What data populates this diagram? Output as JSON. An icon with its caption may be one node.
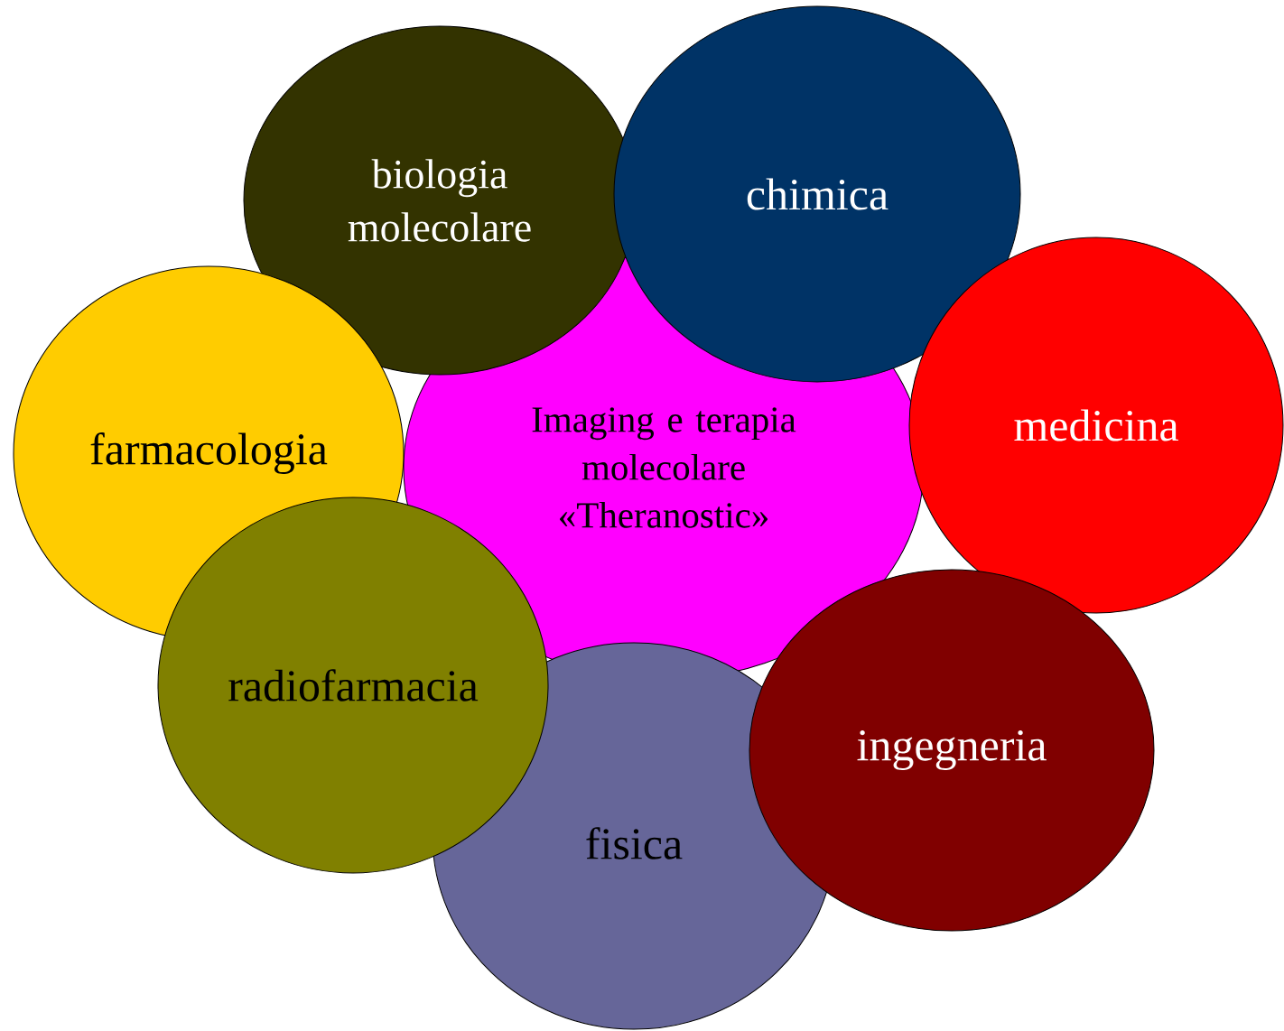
{
  "diagram": {
    "nodes": [
      {
        "text": [
          "Imaging e terapia molecolare «Theranostic»"
        ]
      },
      {
        "text": [
          "biologia molecolare"
        ]
      },
      {
        "text": [
          "chimica"
        ]
      },
      {
        "text": [
          "farmacologia"
        ]
      },
      {
        "text": [
          "medicina"
        ]
      },
      {
        "text": [
          "radiofarmacia"
        ]
      },
      {
        "text": [
          "ingegneria"
        ]
      },
      {
        "text": [
          "fisica"
        ]
      }
    ]
  }
}
